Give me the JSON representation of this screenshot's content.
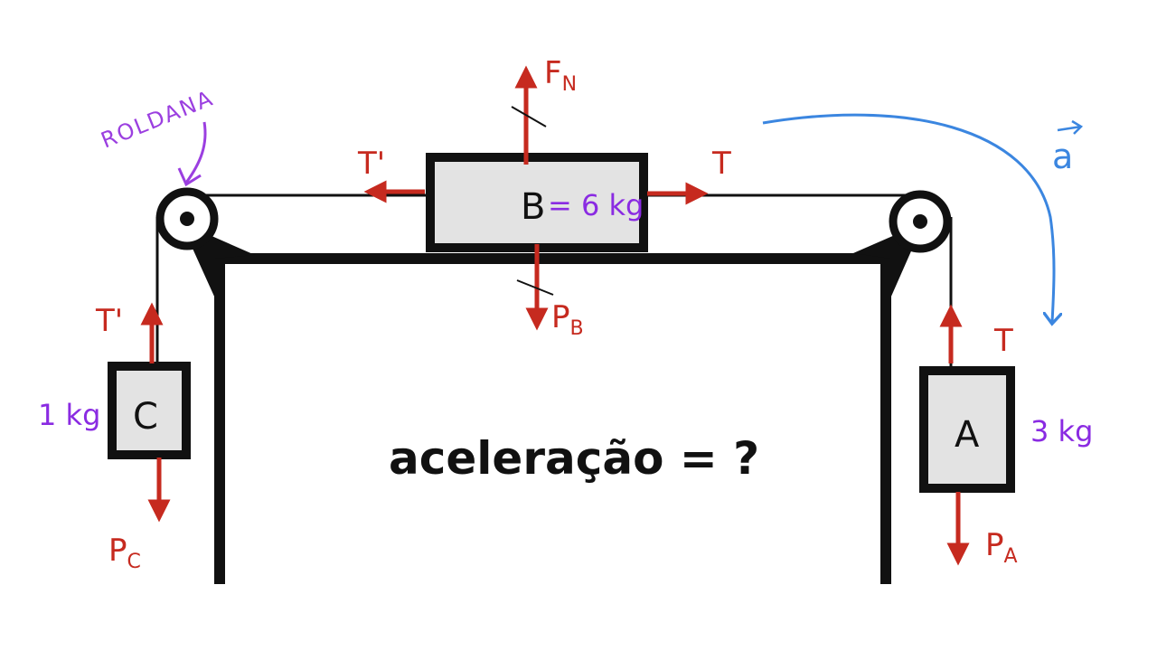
{
  "blocks": {
    "a": {
      "label": "A",
      "mass": "3 kg"
    },
    "b": {
      "label": "B",
      "mass": "= 6 kg"
    },
    "c": {
      "label": "C",
      "mass": "1 kg"
    }
  },
  "forces": {
    "normal": {
      "main": "F",
      "sub": "N"
    },
    "weight_b": {
      "main": "P",
      "sub": "B"
    },
    "weight_a": {
      "main": "P",
      "sub": "A"
    },
    "weight_c": {
      "main": "P",
      "sub": "C"
    },
    "tension_left_b": "T'",
    "tension_right_b": "T",
    "tension_c": "T'",
    "tension_a": "T"
  },
  "pulley_annotation": "ROLDANA",
  "acceleration_label": "a",
  "question": "aceleração = ?",
  "colors": {
    "force": "#c62a1f",
    "mass": "#8a2be2",
    "acceleration": "#3b86e0",
    "block_fill": "#e3e3e3",
    "ink": "#111111"
  }
}
